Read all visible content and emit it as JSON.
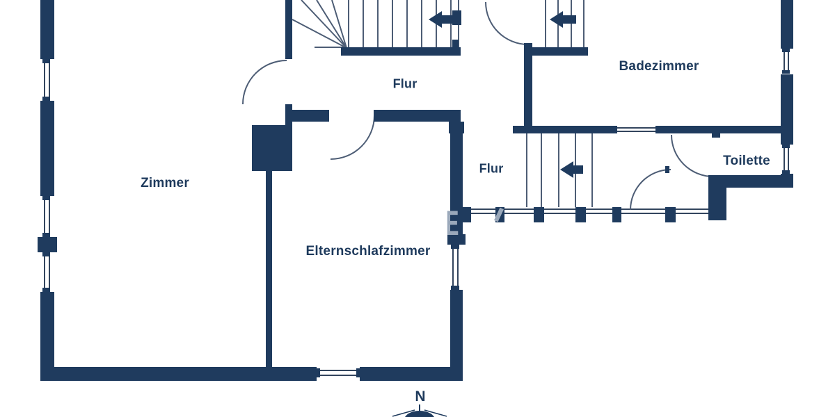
{
  "plan": {
    "title": "floor-plan",
    "language": "de",
    "rooms": {
      "zimmer": "Zimmer",
      "flur_upper": "Flur",
      "badezimmer": "Badezimmer",
      "flur_lower": "Flur",
      "elternschlafzimmer": "Elternschlafzimmer",
      "toilette": "Toilette"
    },
    "compass": {
      "north": "N"
    },
    "watermark_fragment": "E",
    "stairs": {
      "count": 3,
      "arrow_direction": "left"
    },
    "colors": {
      "wall": "#1f3b5e",
      "text": "#1e3a5c",
      "thin_line": "#4d5d75",
      "watermark": "#9aa8ba",
      "background": "#ffffff"
    }
  }
}
